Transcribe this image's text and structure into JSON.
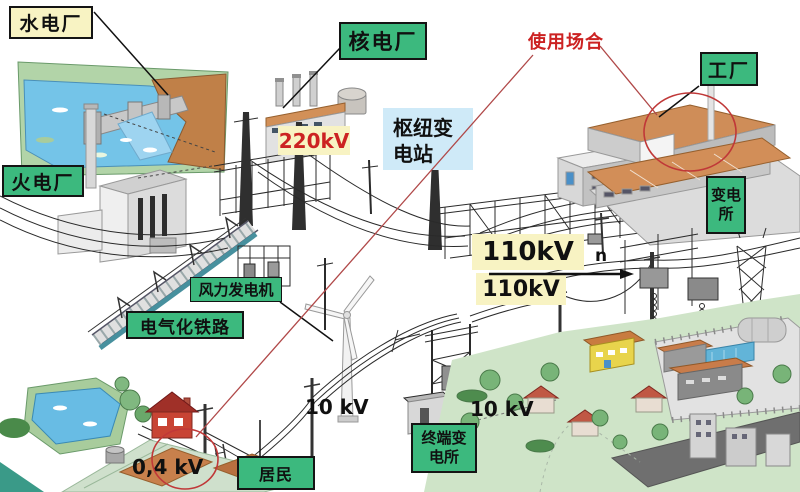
{
  "labels": {
    "hydro_plant": "水电厂",
    "nuclear_plant": "核电厂",
    "usage_note": "使用场合",
    "factory": "工厂",
    "thermal_plant": "火电厂",
    "hub_substation_line1": "枢纽变",
    "hub_substation_line2": "电站",
    "substation_line1": "变电",
    "substation_line2": "所",
    "wind_generator": "风力发电机",
    "electrified_railway": "电气化铁路",
    "residents": "居民",
    "terminal_substation_line1": "终端变",
    "terminal_substation_line2": "电所"
  },
  "voltages": {
    "hv_220": "220kV",
    "hv_110_upper": "110kV",
    "hv_110_lower": "110kV",
    "mv_10_left": "10 kV",
    "mv_10_right": "10 kV",
    "lv_04": "0,4 kV",
    "n_symbol": "n"
  },
  "colors": {
    "label_green": "#3cb97e",
    "label_yellow": "#f8f3c3",
    "label_blue": "#cfeaf8",
    "red_text": "#cc2222",
    "annotation_red": "#c03838"
  }
}
